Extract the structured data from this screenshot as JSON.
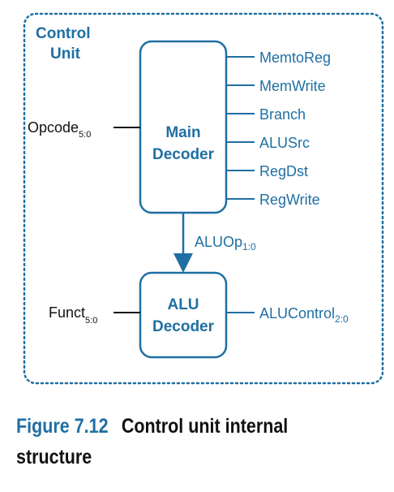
{
  "container": {
    "label_line1": "Control",
    "label_line2": "Unit"
  },
  "main_decoder": {
    "line1": "Main",
    "line2": "Decoder"
  },
  "alu_decoder": {
    "line1": "ALU",
    "line2": "Decoder"
  },
  "inputs": {
    "opcode": {
      "name": "Opcode",
      "sub": "5:0"
    },
    "funct": {
      "name": "Funct",
      "sub": "5:0"
    }
  },
  "main_outputs": [
    "MemtoReg",
    "MemWrite",
    "Branch",
    "ALUSrc",
    "RegDst",
    "RegWrite"
  ],
  "aluop": {
    "name": "ALUOp",
    "sub": "1:0"
  },
  "alucontrol": {
    "name": "ALUControl",
    "sub": "2:0"
  },
  "caption": {
    "figure": "Figure",
    "number": "7.12",
    "text": "Control unit internal structure"
  },
  "colors": {
    "accent": "#1f6fa3",
    "text": "#111111"
  }
}
